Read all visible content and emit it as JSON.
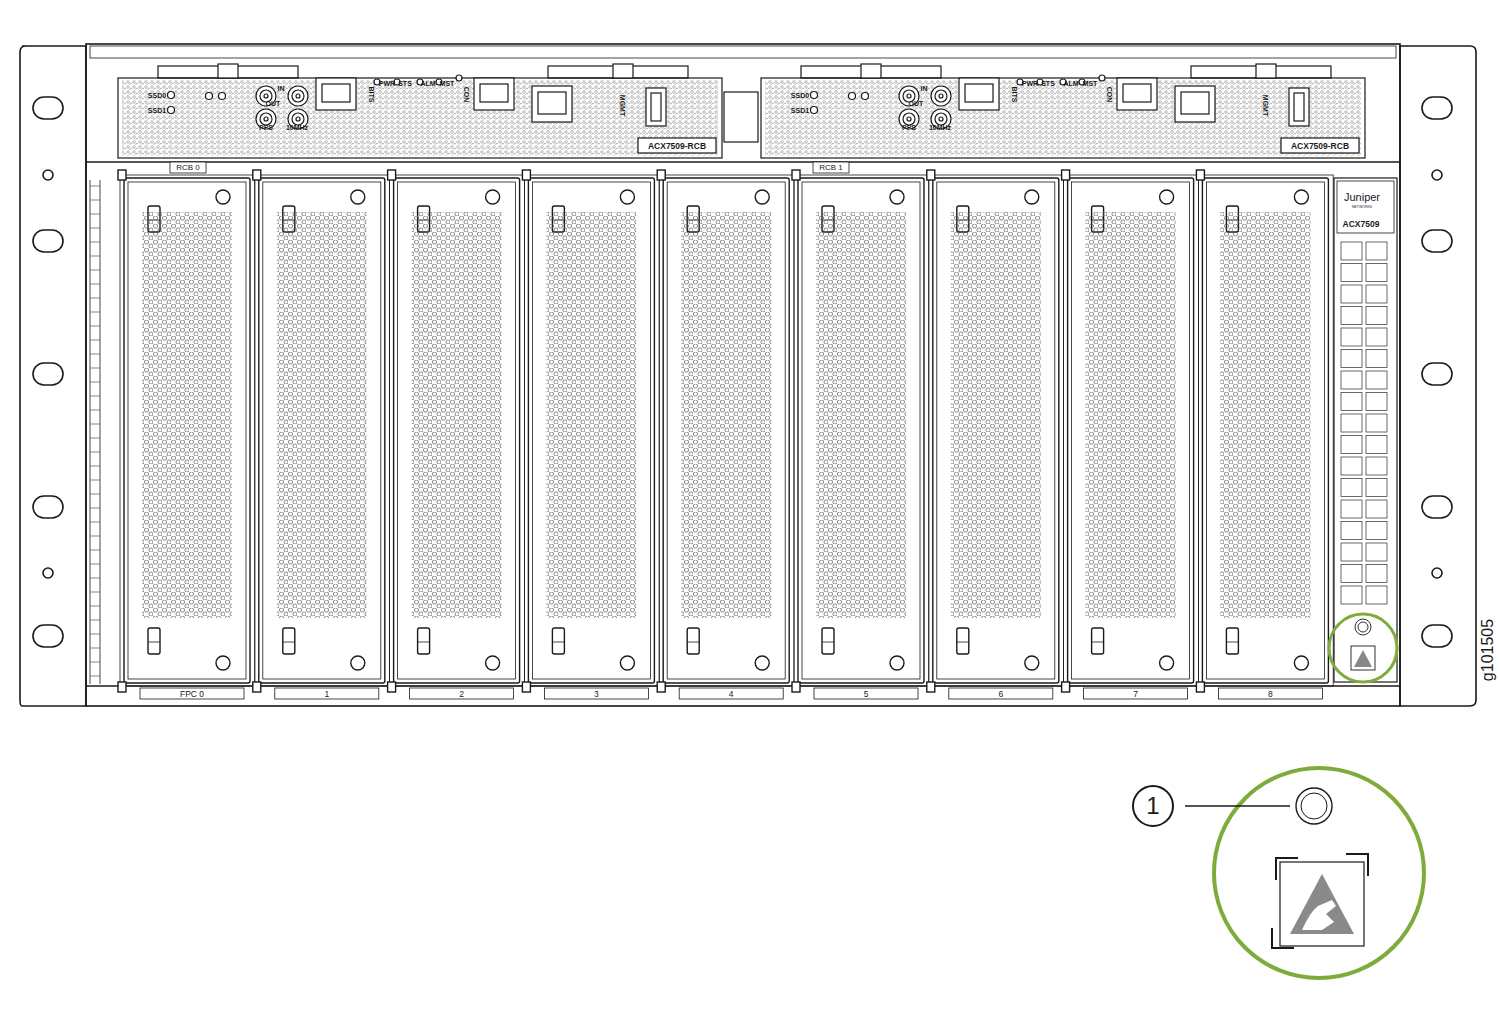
{
  "diagram": {
    "labels": [
      "SSD0",
      "SSD1",
      "IN",
      "OUT",
      "PPS",
      "10MHz",
      "BITS",
      "PWR",
      "STS",
      "ALM",
      "MST",
      "CON",
      "MGMT",
      "ACX7509-RCB",
      "RCB 0",
      "SSD0",
      "SSD1",
      "IN",
      "OUT",
      "PPS",
      "10MHz",
      "BITS",
      "PWR",
      "STS",
      "ALM",
      "MST",
      "CON",
      "MGMT",
      "ACX7509-RCB",
      "RCB 1",
      "FPC 0",
      "1",
      "2",
      "3",
      "4",
      "5",
      "6",
      "7",
      "8",
      "Juniper",
      "NETWORKS",
      "ACX7509",
      "1",
      "g101505"
    ]
  }
}
